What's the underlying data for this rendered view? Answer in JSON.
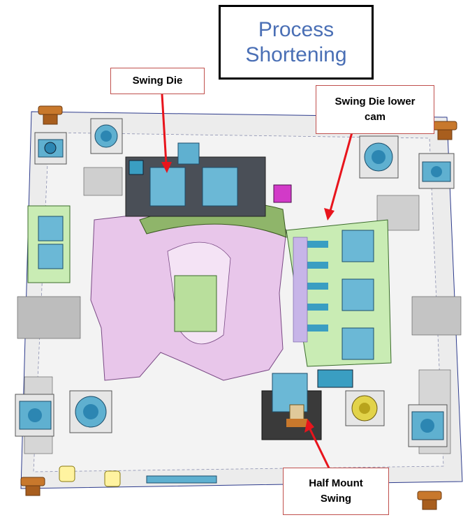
{
  "title": {
    "line1": "Process",
    "line2": "Shortening"
  },
  "callouts": {
    "swing_die": {
      "text": "Swing Die"
    },
    "lower_cam": {
      "line1": "Swing Die lower",
      "line2": "cam"
    },
    "half_mount": {
      "line1": "Half Mount",
      "line2": "Swing"
    }
  },
  "colors": {
    "title_text": "#4a6fb5",
    "callout_border": "#c0504d",
    "arrow": "#e8141c",
    "die_pink": "#e8c6ea",
    "cam_green": "#c9ecb4",
    "steel_blue": "#6bb8d6",
    "bronze": "#c8782c"
  }
}
